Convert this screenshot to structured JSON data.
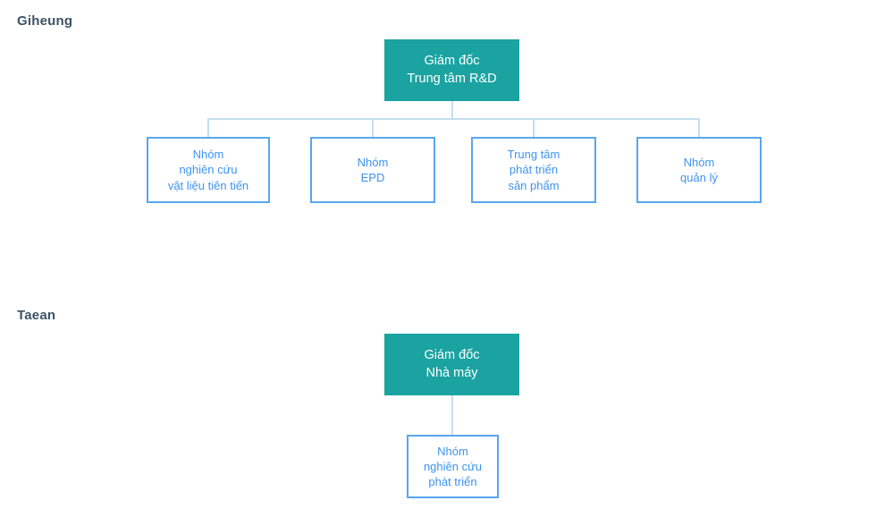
{
  "sections": [
    {
      "title": "Giheung",
      "root": {
        "lines": [
          "Giám đốc",
          "Trung tâm R&D"
        ]
      },
      "children": [
        {
          "lines": [
            "Nhóm",
            "nghiên cứu",
            "vật liệu tiên tiến"
          ]
        },
        {
          "lines": [
            "Nhóm",
            "EPD"
          ]
        },
        {
          "lines": [
            "Trung tâm",
            "phát triển",
            "sản phẩm"
          ]
        },
        {
          "lines": [
            "Nhóm",
            "quản lý"
          ]
        }
      ]
    },
    {
      "title": "Taean",
      "root": {
        "lines": [
          "Giám đốc",
          "Nhà máy"
        ]
      },
      "children": [
        {
          "lines": [
            "Nhóm",
            "nghiên cứu",
            "phát triển"
          ]
        }
      ]
    }
  ],
  "colors": {
    "root_fill": "#1aa3a0",
    "root_text": "#ffffff",
    "leaf_border": "#58a6ef",
    "leaf_text": "#3d93ef",
    "connector": "#c3dff0",
    "section_title": "#3b5366",
    "background": "#ffffff"
  },
  "chart_data": {
    "type": "diagram",
    "subtype": "org-chart",
    "title": "",
    "nodes": [
      {
        "id": "giheung-root",
        "group": "Giheung",
        "level": 0,
        "text": "Giám đốc Trung tâm R&D",
        "style": "filled-teal"
      },
      {
        "id": "giheung-c1",
        "group": "Giheung",
        "level": 1,
        "text": "Nhóm nghiên cứu vật liệu tiên tiến",
        "style": "outlined-blue"
      },
      {
        "id": "giheung-c2",
        "group": "Giheung",
        "level": 1,
        "text": "Nhóm EPD",
        "style": "outlined-blue"
      },
      {
        "id": "giheung-c3",
        "group": "Giheung",
        "level": 1,
        "text": "Trung tâm phát triển sản phẩm",
        "style": "outlined-blue"
      },
      {
        "id": "giheung-c4",
        "group": "Giheung",
        "level": 1,
        "text": "Nhóm quản lý",
        "style": "outlined-blue"
      },
      {
        "id": "taean-root",
        "group": "Taean",
        "level": 0,
        "text": "Giám đốc Nhà máy",
        "style": "filled-teal"
      },
      {
        "id": "taean-c1",
        "group": "Taean",
        "level": 1,
        "text": "Nhóm nghiên cứu phát triển",
        "style": "outlined-blue"
      }
    ],
    "edges": [
      {
        "from": "giheung-root",
        "to": "giheung-c1"
      },
      {
        "from": "giheung-root",
        "to": "giheung-c2"
      },
      {
        "from": "giheung-root",
        "to": "giheung-c3"
      },
      {
        "from": "giheung-root",
        "to": "giheung-c4"
      },
      {
        "from": "taean-root",
        "to": "taean-c1"
      }
    ]
  }
}
